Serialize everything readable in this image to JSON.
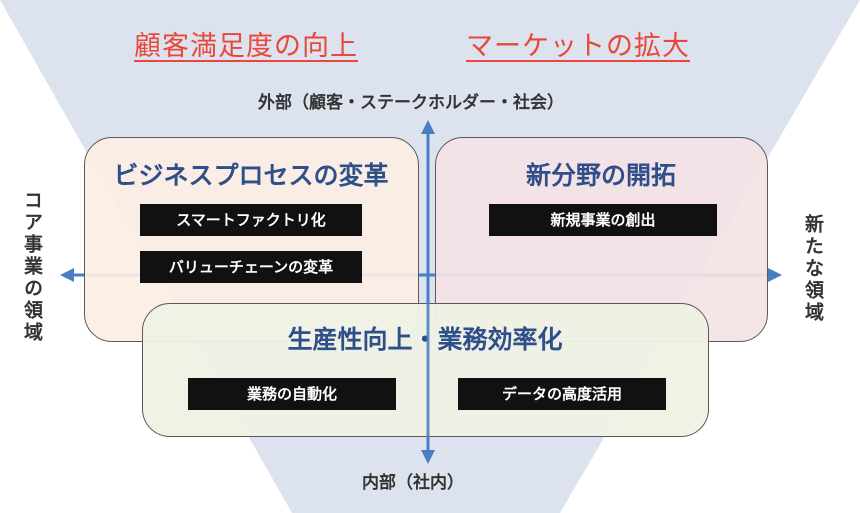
{
  "goals": {
    "left": "顧客満足度の向上",
    "right": "マーケットの拡大"
  },
  "axes": {
    "top": "外部（顧客・ステークホルダー・社会）",
    "bottom": "内部（社内）",
    "left": "コア事業の領域",
    "right": "新たな領域"
  },
  "quadrants": {
    "business_process": {
      "title": "ビジネスプロセスの変革",
      "items": [
        "スマートファクトリ化",
        "バリューチェーンの変革"
      ]
    },
    "new_field": {
      "title": "新分野の開拓",
      "items": [
        "新規事業の創出"
      ]
    },
    "productivity": {
      "title": "生産性向上・業務効率化",
      "items": [
        "業務の自動化",
        "データの高度活用"
      ]
    }
  },
  "colors": {
    "funnel": "#dde3ee",
    "axis": "#4a7ec2",
    "box_left": "#fbeee4",
    "box_right": "#f4e3e5",
    "box_bottom": "#eef1e4",
    "goal_text": "#e8473a",
    "box_title": "#2f4f8a"
  }
}
